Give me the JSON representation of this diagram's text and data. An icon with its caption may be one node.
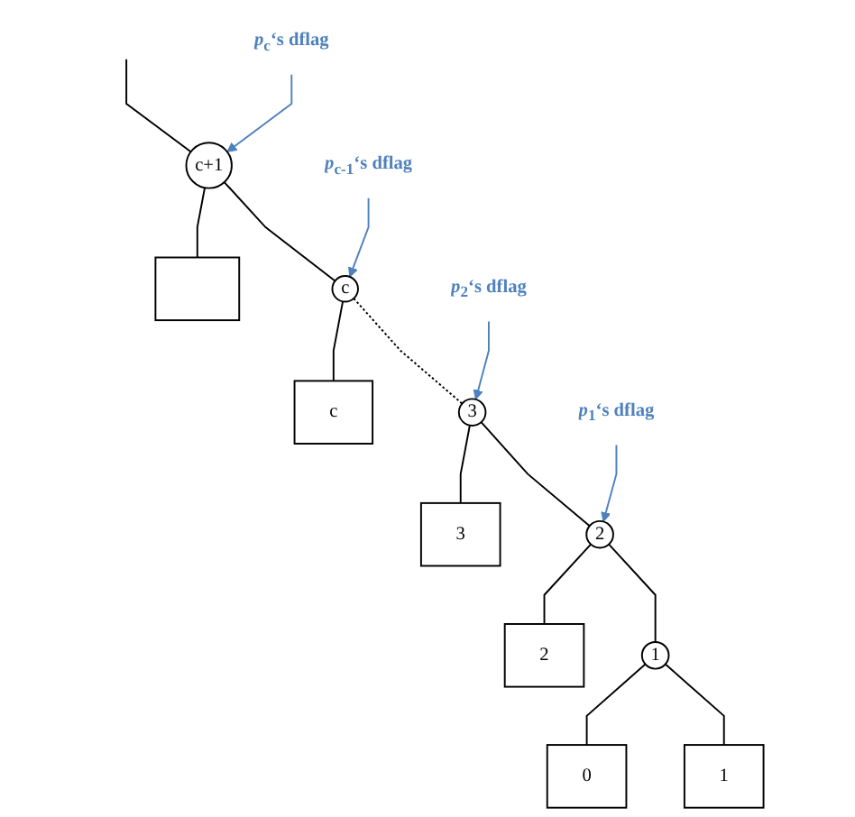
{
  "diagram": {
    "nodes": [
      {
        "text": [
          "c+1"
        ]
      },
      {
        "text": [],
        "shape": "box"
      },
      {
        "text": [
          "c"
        ]
      },
      {
        "text": [
          "c"
        ]
      },
      {
        "text": [
          "3"
        ]
      },
      {
        "text": [
          "3"
        ]
      },
      {
        "text": [
          "2"
        ]
      },
      {
        "text": [
          "2"
        ]
      },
      {
        "text": [
          "1"
        ]
      },
      {
        "text": [
          "0"
        ]
      },
      {
        "text": [
          "1"
        ]
      },
      {
        "text": [
          "*p*$_{c}$‘s dflag"
        ]
      },
      {
        "text": [
          "*p*$_{c-1}$‘s dflag"
        ]
      },
      {
        "text": [
          "*p*$_{2}$‘s dflag"
        ]
      },
      {
        "text": [
          "*p*$_{1}$‘s dflag"
        ]
      }
    ],
    "edges": [
      {
        "from": null,
        "to": 0,
        "arrow": "none"
      },
      {
        "from": 0,
        "to": 2,
        "arrow": "none"
      },
      {
        "from": 0,
        "to": 1,
        "arrow": "none"
      },
      {
        "from": 2,
        "to": 4,
        "arrow": "none",
        "style": "dashed"
      },
      {
        "from": 2,
        "to": 3,
        "arrow": "none"
      },
      {
        "from": 4,
        "to": 6,
        "arrow": "none"
      },
      {
        "from": 4,
        "to": 5,
        "arrow": "none"
      },
      {
        "from": 6,
        "to": 8,
        "arrow": "none"
      },
      {
        "from": 6,
        "to": 7,
        "arrow": "none"
      },
      {
        "from": 8,
        "to": 9,
        "arrow": "none"
      },
      {
        "from": 8,
        "to": 10,
        "arrow": "none"
      },
      {
        "from": 11,
        "to": 0,
        "arrow": "to",
        "color": "#4f81bd"
      },
      {
        "from": 12,
        "to": 2,
        "arrow": "to",
        "color": "#4f81bd"
      },
      {
        "from": 13,
        "to": 4,
        "arrow": "to",
        "color": "#4f81bd"
      },
      {
        "from": 14,
        "to": 6,
        "arrow": "to",
        "color": "#4f81bd"
      }
    ]
  }
}
